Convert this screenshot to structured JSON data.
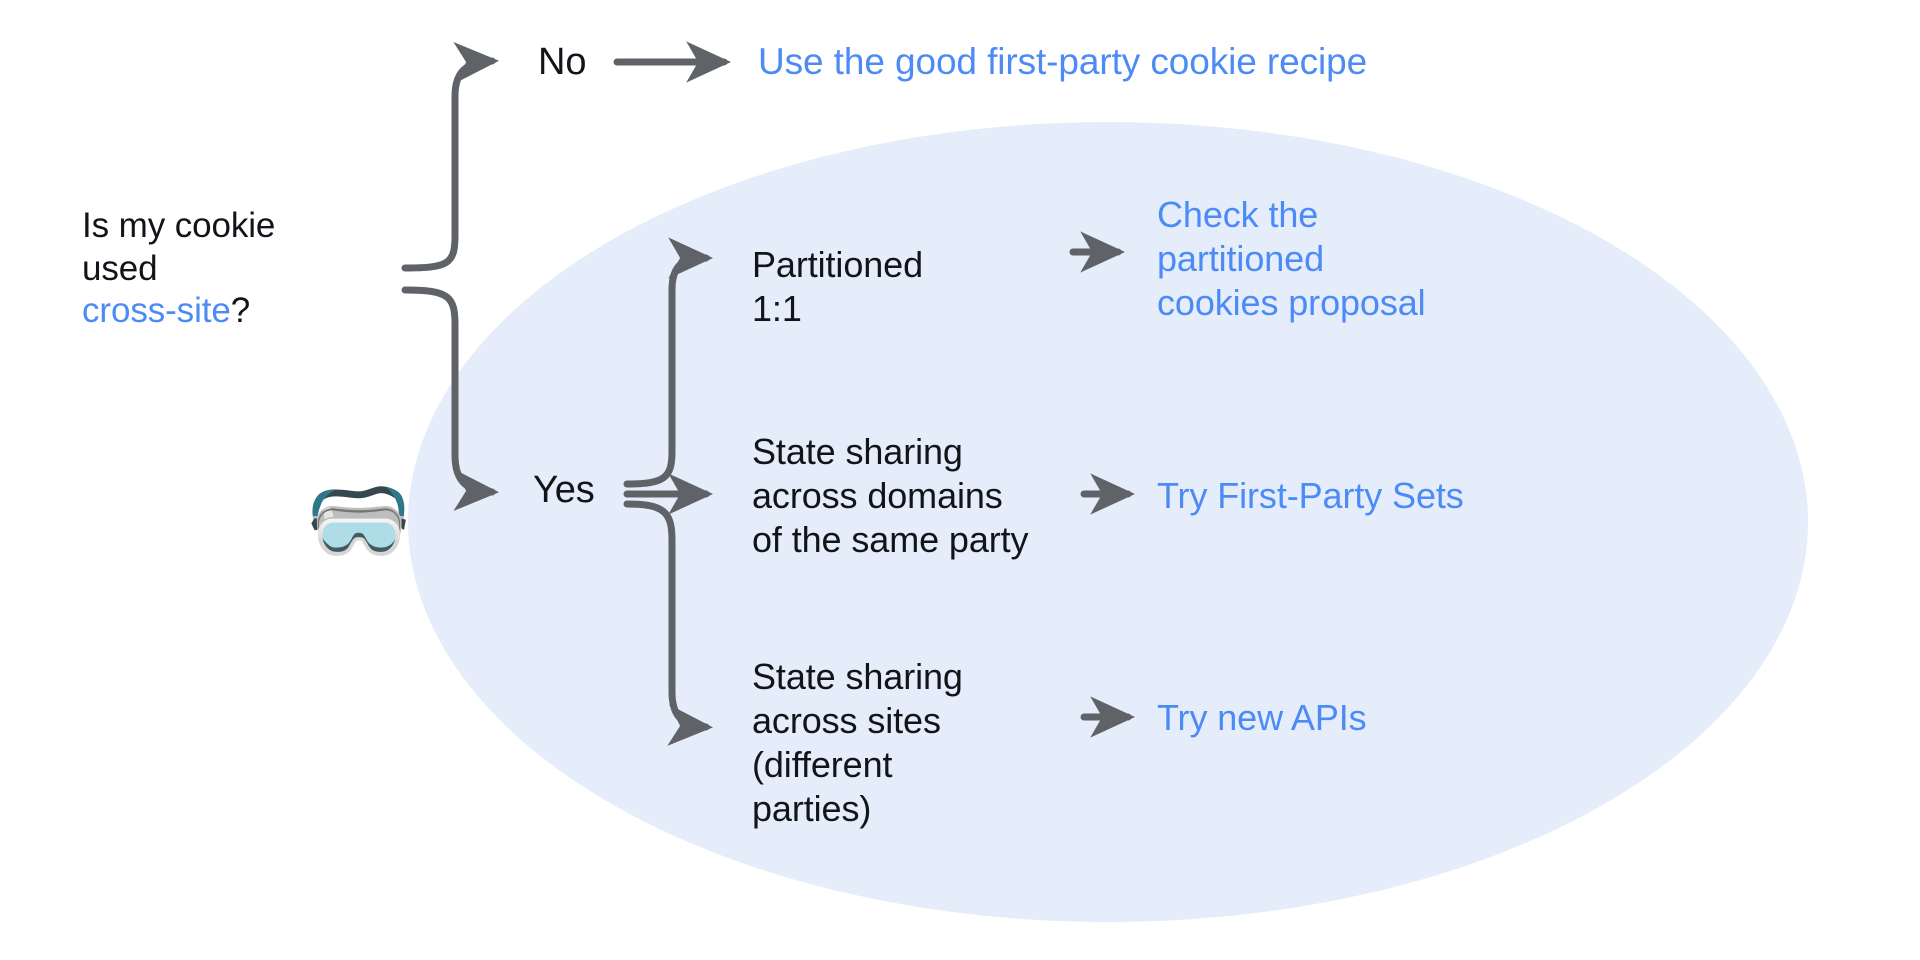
{
  "diagram": {
    "title_question": {
      "line1": "Is my cookie",
      "line2": "used ",
      "highlight": "cross-site",
      "suffix": "?"
    },
    "decorations": {
      "diver_emoji": "🥽",
      "highlight_ellipse_color": "#e5edfb",
      "accent_blue": "#4c8bf5",
      "text_dark": "#111418",
      "connector_gray": "#5f6368"
    },
    "branches": [
      {
        "label": "No",
        "outcome": "Use the good first-party cookie recipe",
        "outcome_color": "#4c8bf5"
      },
      {
        "label": "Yes",
        "children": [
          {
            "condition_line1": "Partitioned",
            "condition_line2": "1:1",
            "outcome_line1": "Check the",
            "outcome_line2": "partitioned",
            "outcome_line3": "cookies proposal"
          },
          {
            "condition_line1": "State sharing",
            "condition_line2": "across domains",
            "condition_line3": "of the same party",
            "outcome_line1": "Try First-Party Sets"
          },
          {
            "condition_line1": "State sharing",
            "condition_line2": "across sites",
            "condition_line3": "(different",
            "condition_line4": "parties)",
            "outcome_line1": "Try new APIs"
          }
        ]
      }
    ]
  }
}
